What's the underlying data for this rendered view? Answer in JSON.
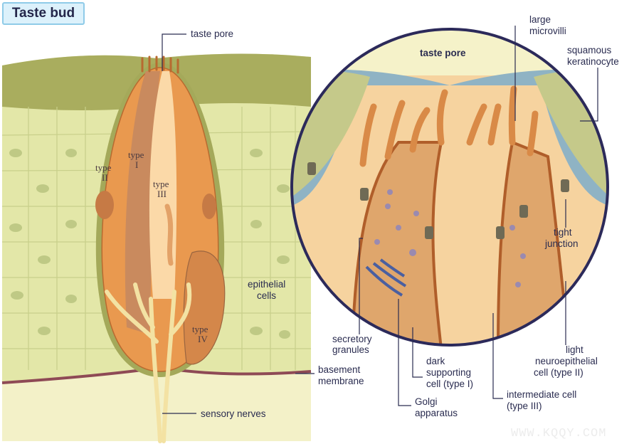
{
  "title": "Taste bud",
  "left_panel": {
    "taste_pore": "taste pore",
    "type_ii": [
      "type",
      "II"
    ],
    "type_i": [
      "type",
      "I"
    ],
    "type_iii": [
      "type",
      "III"
    ],
    "type_iv": [
      "type",
      "IV"
    ],
    "epithelial_cells": [
      "epithelial",
      "cells"
    ],
    "basement_membrane": [
      "basement",
      "membrane"
    ],
    "sensory_nerves": "sensory nerves"
  },
  "detail_panel": {
    "taste_pore": "taste pore",
    "large_microvilli": [
      "large",
      "microvilli"
    ],
    "squamous_keratinocyte": [
      "squamous",
      "keratinocyte"
    ],
    "tight_junction": [
      "tight",
      "junction"
    ],
    "light_neuroepithelial": [
      "light",
      "neuroepithelial",
      "cell (type II)"
    ],
    "secretory_granules": [
      "secretory",
      "granules"
    ],
    "dark_supporting": [
      "dark",
      "supporting",
      "cell (type I)"
    ],
    "golgi": [
      "Golgi",
      "apparatus"
    ],
    "intermediate_cell": [
      "intermediate cell",
      "(type III)"
    ]
  },
  "watermark": "WWW.KQQY.COM"
}
